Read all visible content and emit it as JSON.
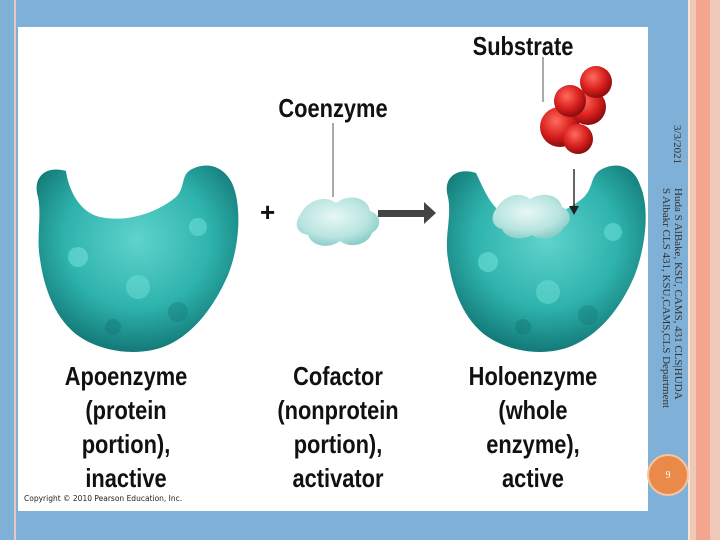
{
  "slide": {
    "date": "3/3/2021",
    "footer_line1": "Huda S AlBake, KSU, CAMS, 431 CLS|HUDA",
    "footer_line2": "S Albakr CLS 431, KSU,CAMS,CLS Department",
    "page_number": "9"
  },
  "figure": {
    "substrate_label": "Substrate",
    "coenzyme_label": "Coenzyme",
    "plus_symbol": "+",
    "apoenzyme": {
      "line1": "Apoenzyme",
      "line2": "(protein",
      "line3": "portion),",
      "line4": "inactive"
    },
    "cofactor": {
      "line1": "Cofactor",
      "line2": "(nonprotein",
      "line3": "portion),",
      "line4": "activator"
    },
    "holoenzyme": {
      "line1": "Holoenzyme",
      "line2": "(whole",
      "line3": "enzyme),",
      "line4": "active"
    },
    "copyright": "Copyright © 2010 Pearson Education, Inc.",
    "colors": {
      "enzyme": "#2fb3ad",
      "cofactor": "#b8e4e0",
      "substrate": "#d9201e"
    }
  }
}
